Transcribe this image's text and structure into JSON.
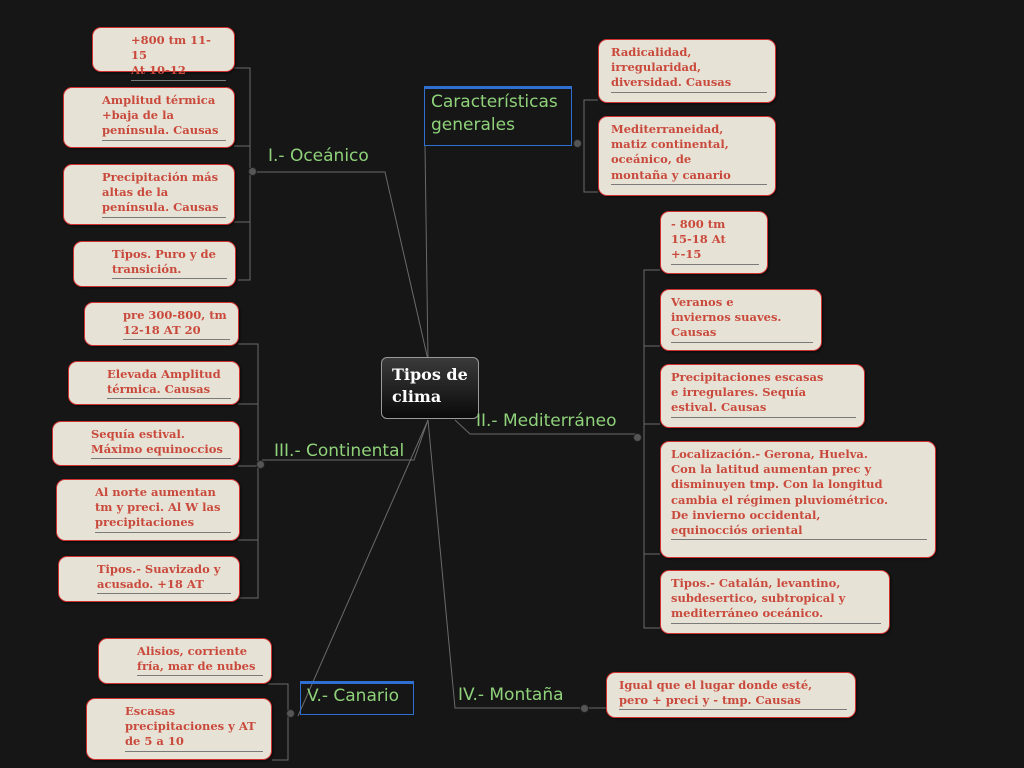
{
  "central": "Tipos de\nclima",
  "branches": {
    "oceanico": "I.- Oceánico",
    "continental": "III.- Continental",
    "canario": "V.- Canario",
    "caracteristicas": "Características\ngenerales",
    "mediterraneo": "II.- Mediterráneo",
    "montana": "IV.- Montaña"
  },
  "leaves": {
    "oceanico": [
      "+800 tm 11-15\nAt 10-12",
      "Amplitud térmica\n+baja de la\npenínsula. Causas",
      "Precipitación más\naltas de la\npenínsula. Causas",
      "Tipos. Puro y de\ntransición."
    ],
    "continental": [
      "pre 300-800, tm\n12-18 AT 20",
      "Elevada Amplitud\ntérmica. Causas",
      "Sequía estival.\nMáximo equinoccios",
      "Al norte aumentan\ntm y preci. Al W las\nprecipitaciones",
      "Tipos.- Suavizado y\nacusado. +18 AT"
    ],
    "canario": [
      "Alisios, corriente\nfría, mar de nubes",
      "Escasas\nprecipitaciones y AT\nde 5 a 10"
    ],
    "caracteristicas": [
      "Radicalidad,\nirregularidad,\ndiversidad. Causas",
      "Mediterraneidad,\nmatiz continental,\noceánico, de\nmontaña y canario"
    ],
    "mediterraneo": [
      "- 800 tm\n15-18 At\n+-15",
      "Veranos e\ninviernos suaves.\nCausas",
      "Precipitaciones escasas\ne irregulares. Sequía\nestival. Causas",
      "Localización.- Gerona, Huelva.\nCon la latitud aumentan prec y\ndisminuyen tmp. Con la longitud\ncambia el régimen pluviométrico.\nDe invierno occidental,\nequinocciós oriental",
      "Tipos.- Catalán, levantino,\nsubdesertico, subtropical y\nmediterráneo oceánico."
    ],
    "montana": [
      "Igual que el lugar donde esté,\npero + preci y - tmp. Causas"
    ]
  }
}
